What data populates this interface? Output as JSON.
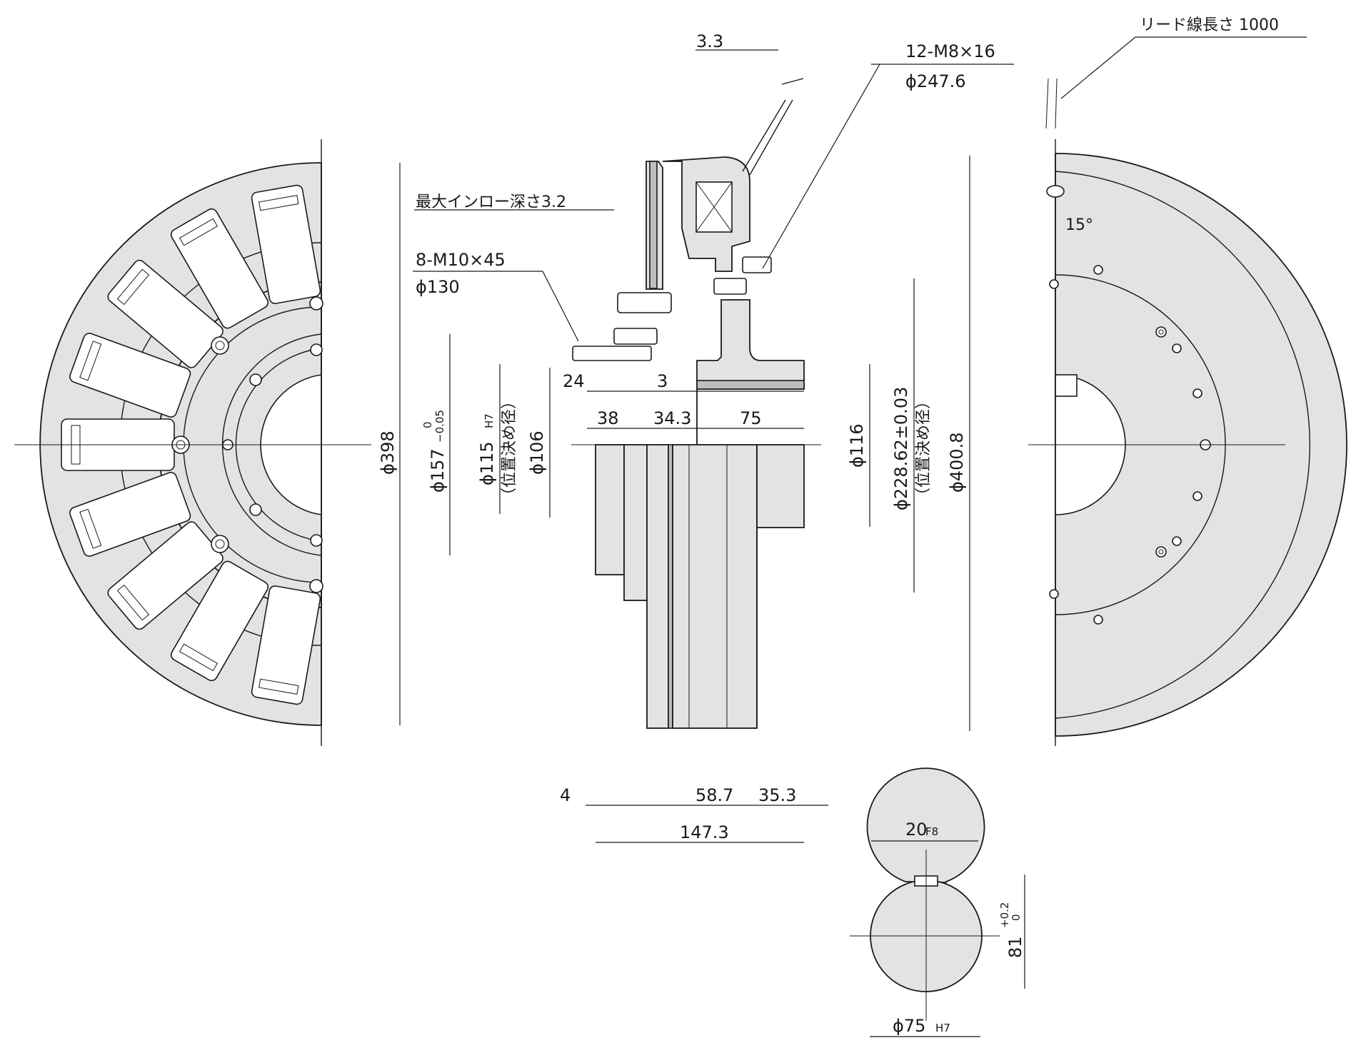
{
  "labels": {
    "lead_wire": "リード線長さ 1000",
    "dim_3_3": "3.3",
    "bolt_12": "12-M8×16",
    "dia_247": "ϕ247.6",
    "spigot_depth": "最大インロー深さ3.2",
    "bolt_8": "8-M10×45",
    "dia_130": "ϕ130",
    "dim_24": "24",
    "dim_3": "3",
    "dim_38": "38",
    "dim_34_3": "34.3",
    "dim_75": "75",
    "dia_398": "ϕ398",
    "dia_157": "ϕ157",
    "dia_157_tol_upper": "0",
    "dia_157_tol_lower": "−0.05",
    "dia_115": "ϕ115",
    "dia_115_fit": "H7",
    "pos_dia": "（位置決め径）",
    "dia_106": "ϕ106",
    "dia_116": "ϕ116",
    "dia_228": "ϕ228.62±0.03",
    "dia_400": "ϕ400.8",
    "angle_15": "15°",
    "dim_4": "4",
    "dim_58_7": "58.7",
    "dim_35_3": "35.3",
    "dim_147_3": "147.3",
    "key_width": "20",
    "key_width_fit": "F8",
    "key_depth": "81",
    "key_depth_tol_upper": "+0.2",
    "key_depth_tol_lower": "0",
    "bore": "ϕ75",
    "bore_fit": "H7"
  },
  "icons": {
    "section_view": "cross-section-icon",
    "coil": "coil-box-icon"
  }
}
